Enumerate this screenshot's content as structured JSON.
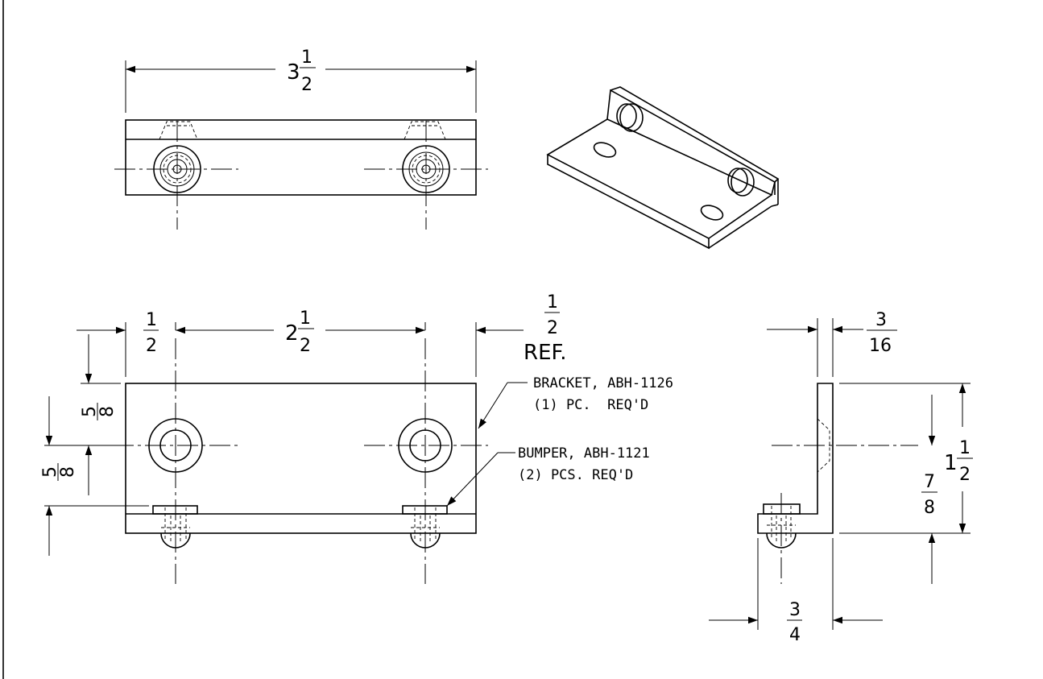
{
  "dimensions": {
    "top_overall_whole": "3",
    "top_overall_num": "1",
    "top_overall_den": "2",
    "front_left_num": "1",
    "front_left_den": "2",
    "front_span_whole": "2",
    "front_span_num": "1",
    "front_span_den": "2",
    "front_right_num": "1",
    "front_right_den": "2",
    "front_right_ref": "REF.",
    "vert_upper_num": "5",
    "vert_upper_den": "8",
    "vert_lower_num": "5",
    "vert_lower_den": "8",
    "side_thick_num": "3",
    "side_thick_den": "16",
    "side_height_whole": "1",
    "side_height_num": "1",
    "side_height_den": "2",
    "side_mid_num": "7",
    "side_mid_den": "8",
    "side_base_num": "3",
    "side_base_den": "4"
  },
  "callouts": {
    "bracket_name": "BRACKET, ABH-1126",
    "bracket_qty": "(1) PC.  REQ'D",
    "bumper_name": "BUMPER, ABH-1121",
    "bumper_qty": "(2) PCS. REQ'D"
  }
}
